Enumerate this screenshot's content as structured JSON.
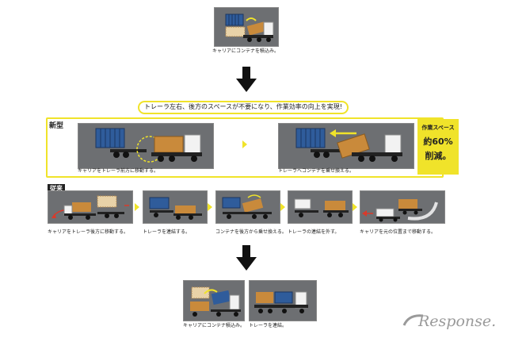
{
  "top": {
    "caption": "キャリアにコンテナを積込み。"
  },
  "banner": {
    "text": "トレーラ左右、後方のスペースが不要になり、作業効率の向上を実現!"
  },
  "new_section": {
    "label": "新型",
    "steps": [
      {
        "caption": "キャリアをトレーラ前方に移動する。"
      },
      {
        "caption": "トレーラへコンテナを乗せ換える。"
      }
    ],
    "badge": {
      "line1": "作業スペース",
      "line2": "約60%",
      "line3": "削減。"
    }
  },
  "old_section": {
    "label": "従来",
    "steps": [
      {
        "caption": "キャリアをトレーラ後方に移動する。"
      },
      {
        "caption": "トレーラを連結する。"
      },
      {
        "caption": "コンテナを後方から乗せ換える。"
      },
      {
        "caption": "トレーラの連結を外す。"
      },
      {
        "caption": "キャリアを元の位置まで移動する。"
      }
    ]
  },
  "bottom": {
    "steps": [
      {
        "caption": "キャリアにコンテナ積込み。"
      },
      {
        "caption": "トレーラを連結。"
      }
    ]
  },
  "logo": {
    "text": "Response."
  },
  "colors": {
    "accent": "#f0e32a",
    "panel": "#6d6f72",
    "container_blue": "#2f5c9b",
    "container_orange": "#c98a3b",
    "arrow": "#111111",
    "swoop": "#d93a2b"
  }
}
